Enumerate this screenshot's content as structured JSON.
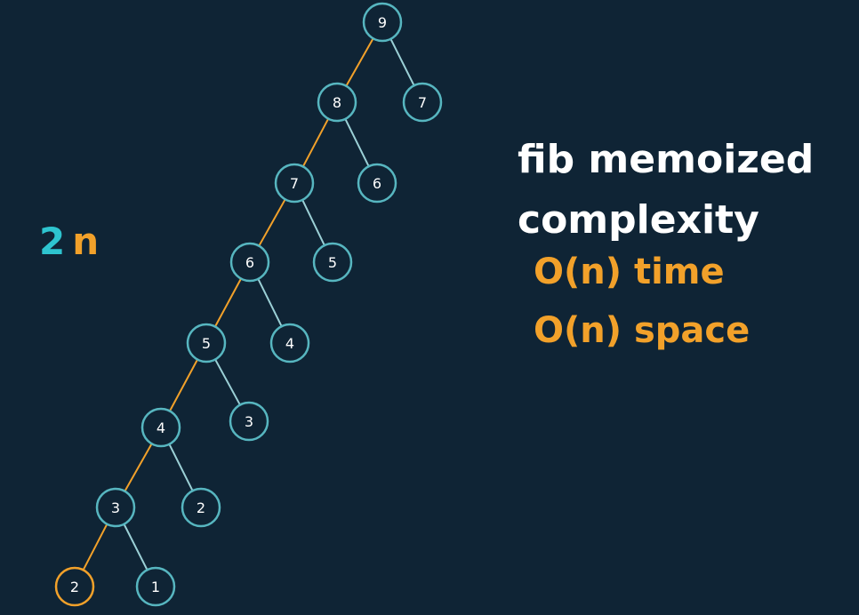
{
  "colors": {
    "background": "#0f2435",
    "node_stroke": "#57b6c0",
    "edge_default": "#9bd0d6",
    "edge_memo_path": "#f2a12a",
    "highlight_node_stroke": "#f2a12a",
    "text_white": "#ffffff",
    "accent_teal": "#2ec4cf",
    "accent_orange": "#f2a12a"
  },
  "side_label": {
    "number": "2",
    "variable": "n"
  },
  "heading": {
    "line1": "fib memoized",
    "line2": "complexity"
  },
  "complexity": {
    "time": "O(n) time",
    "space": "O(n) space"
  },
  "tree": {
    "nodes": [
      {
        "id": "n9",
        "label": "9"
      },
      {
        "id": "n8",
        "label": "8"
      },
      {
        "id": "n7r",
        "label": "7"
      },
      {
        "id": "n7",
        "label": "7"
      },
      {
        "id": "n6r",
        "label": "6"
      },
      {
        "id": "n6",
        "label": "6"
      },
      {
        "id": "n5r",
        "label": "5"
      },
      {
        "id": "n5",
        "label": "5"
      },
      {
        "id": "n4r",
        "label": "4"
      },
      {
        "id": "n4",
        "label": "4"
      },
      {
        "id": "n3r",
        "label": "3"
      },
      {
        "id": "n3",
        "label": "3"
      },
      {
        "id": "n2r",
        "label": "2"
      },
      {
        "id": "n2",
        "label": "2",
        "highlight": true
      },
      {
        "id": "n1",
        "label": "1"
      }
    ],
    "edges": [
      {
        "from": "n9",
        "to": "n8",
        "memo_path": true
      },
      {
        "from": "n9",
        "to": "n7r",
        "memo_path": false
      },
      {
        "from": "n8",
        "to": "n7",
        "memo_path": true
      },
      {
        "from": "n8",
        "to": "n6r",
        "memo_path": false
      },
      {
        "from": "n7",
        "to": "n6",
        "memo_path": true
      },
      {
        "from": "n7",
        "to": "n5r",
        "memo_path": false
      },
      {
        "from": "n6",
        "to": "n5",
        "memo_path": true
      },
      {
        "from": "n6",
        "to": "n4r",
        "memo_path": false
      },
      {
        "from": "n5",
        "to": "n4",
        "memo_path": true
      },
      {
        "from": "n5",
        "to": "n3r",
        "memo_path": false
      },
      {
        "from": "n4",
        "to": "n3",
        "memo_path": true
      },
      {
        "from": "n4",
        "to": "n2r",
        "memo_path": false
      },
      {
        "from": "n3",
        "to": "n2",
        "memo_path": true
      },
      {
        "from": "n3",
        "to": "n1",
        "memo_path": false
      }
    ]
  }
}
